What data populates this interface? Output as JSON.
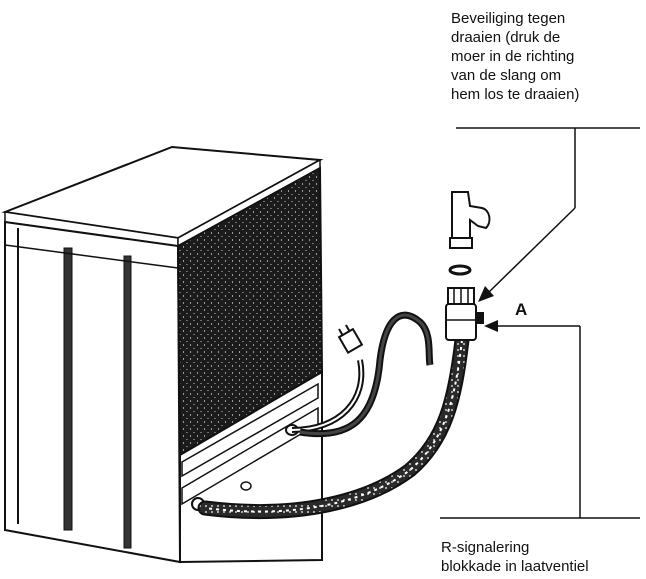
{
  "callouts": {
    "top_lines": [
      "Beveiliging tegen",
      "draaien (druk de",
      "moer in de richting",
      "van de slang om",
      "hem los te draaien)"
    ],
    "marker": "A",
    "bottom_lines": [
      "R-signalering",
      "blokkade in laatventiel"
    ]
  },
  "colors": {
    "ink": "#111111",
    "panel_dark": "#1a1a1a",
    "background": "#ffffff"
  }
}
